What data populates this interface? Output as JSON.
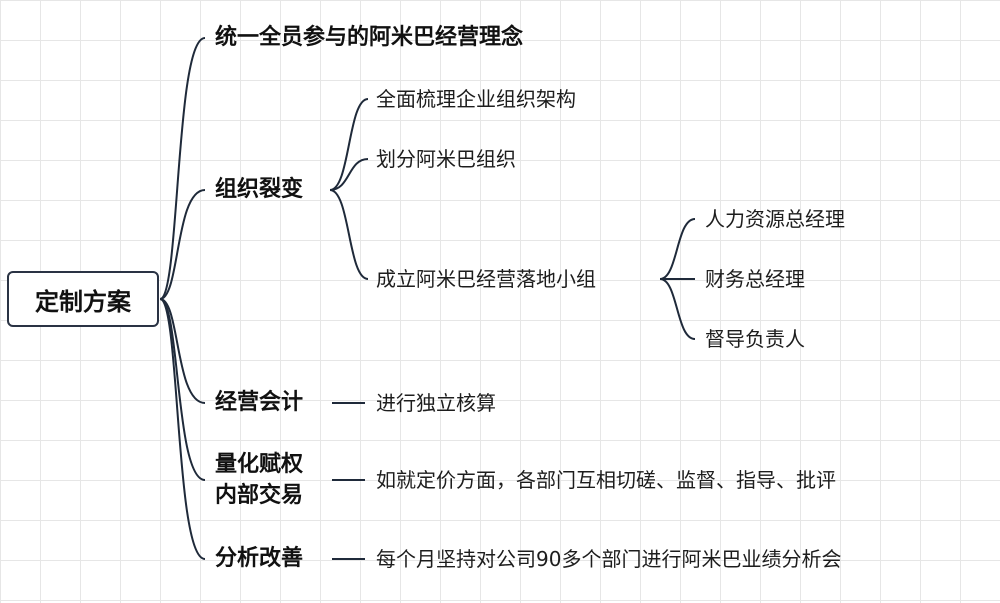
{
  "diagram": {
    "root": "定制方案",
    "branches": [
      {
        "label": "统一全员参与的阿米巴经营理念"
      },
      {
        "label": "组织裂变",
        "children": [
          "全面梳理企业组织架构",
          "划分阿米巴组织",
          {
            "label": "成立阿米巴经营落地小组",
            "children": [
              "人力资源总经理",
              "财务总经理",
              "督导负责人"
            ]
          }
        ]
      },
      {
        "label": "经营会计",
        "children": [
          "进行独立核算"
        ]
      },
      {
        "label_lines": [
          "量化赋权",
          "内部交易"
        ],
        "children": [
          "如就定价方面，各部门互相切磋、监督、指导、批评"
        ]
      },
      {
        "label": "分析改善",
        "children": [
          "每个月坚持对公司90多个部门进行阿米巴业绩分析会"
        ]
      }
    ]
  },
  "colors": {
    "connector": "#1f2a3a",
    "grid": "#e6e6e6",
    "background": "#ffffff"
  }
}
